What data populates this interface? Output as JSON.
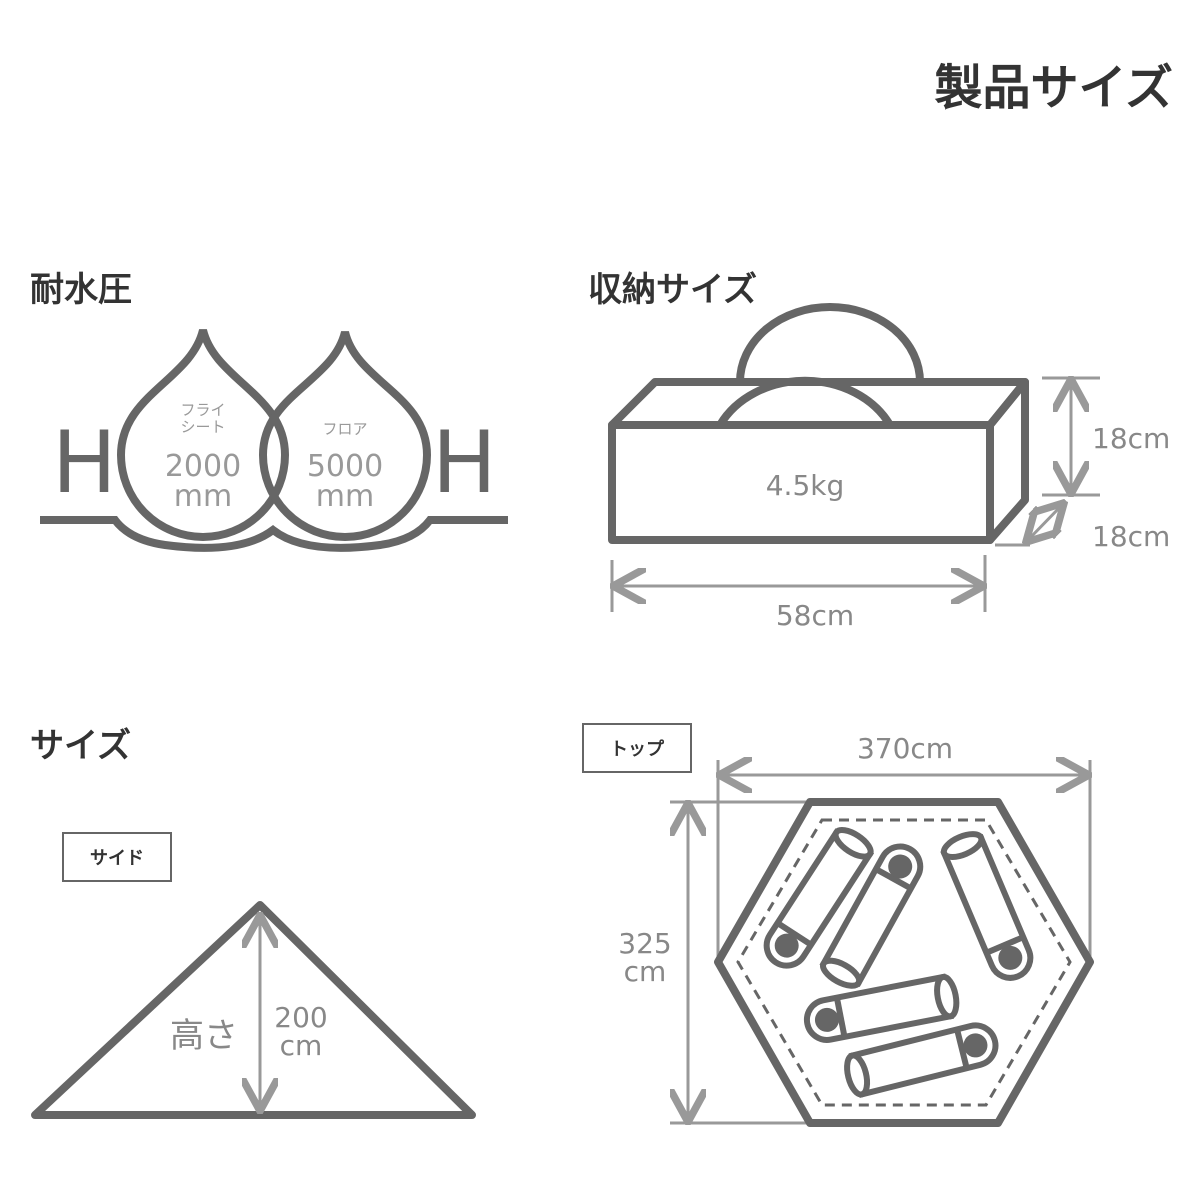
{
  "title": "製品サイズ",
  "water": {
    "heading": "耐水圧",
    "fly": {
      "label_line1": "フライ",
      "label_line2": "シート",
      "value": "2000",
      "unit": "mm"
    },
    "floor": {
      "label": "フロア",
      "value": "5000",
      "unit": "mm"
    },
    "h_letter": "H"
  },
  "storage": {
    "heading": "収納サイズ",
    "weight": "4.5kg",
    "height": "18cm",
    "depth": "18cm",
    "width": "58cm"
  },
  "size": {
    "heading": "サイズ",
    "side_tag": "サイド",
    "height_label": "高さ",
    "height_value": "200",
    "height_unit": "cm",
    "top_tag": "トップ",
    "top_width": "370cm",
    "top_depth_value": "325",
    "top_depth_unit": "cm"
  },
  "colors": {
    "stroke": "#666666",
    "dim": "#999999"
  }
}
